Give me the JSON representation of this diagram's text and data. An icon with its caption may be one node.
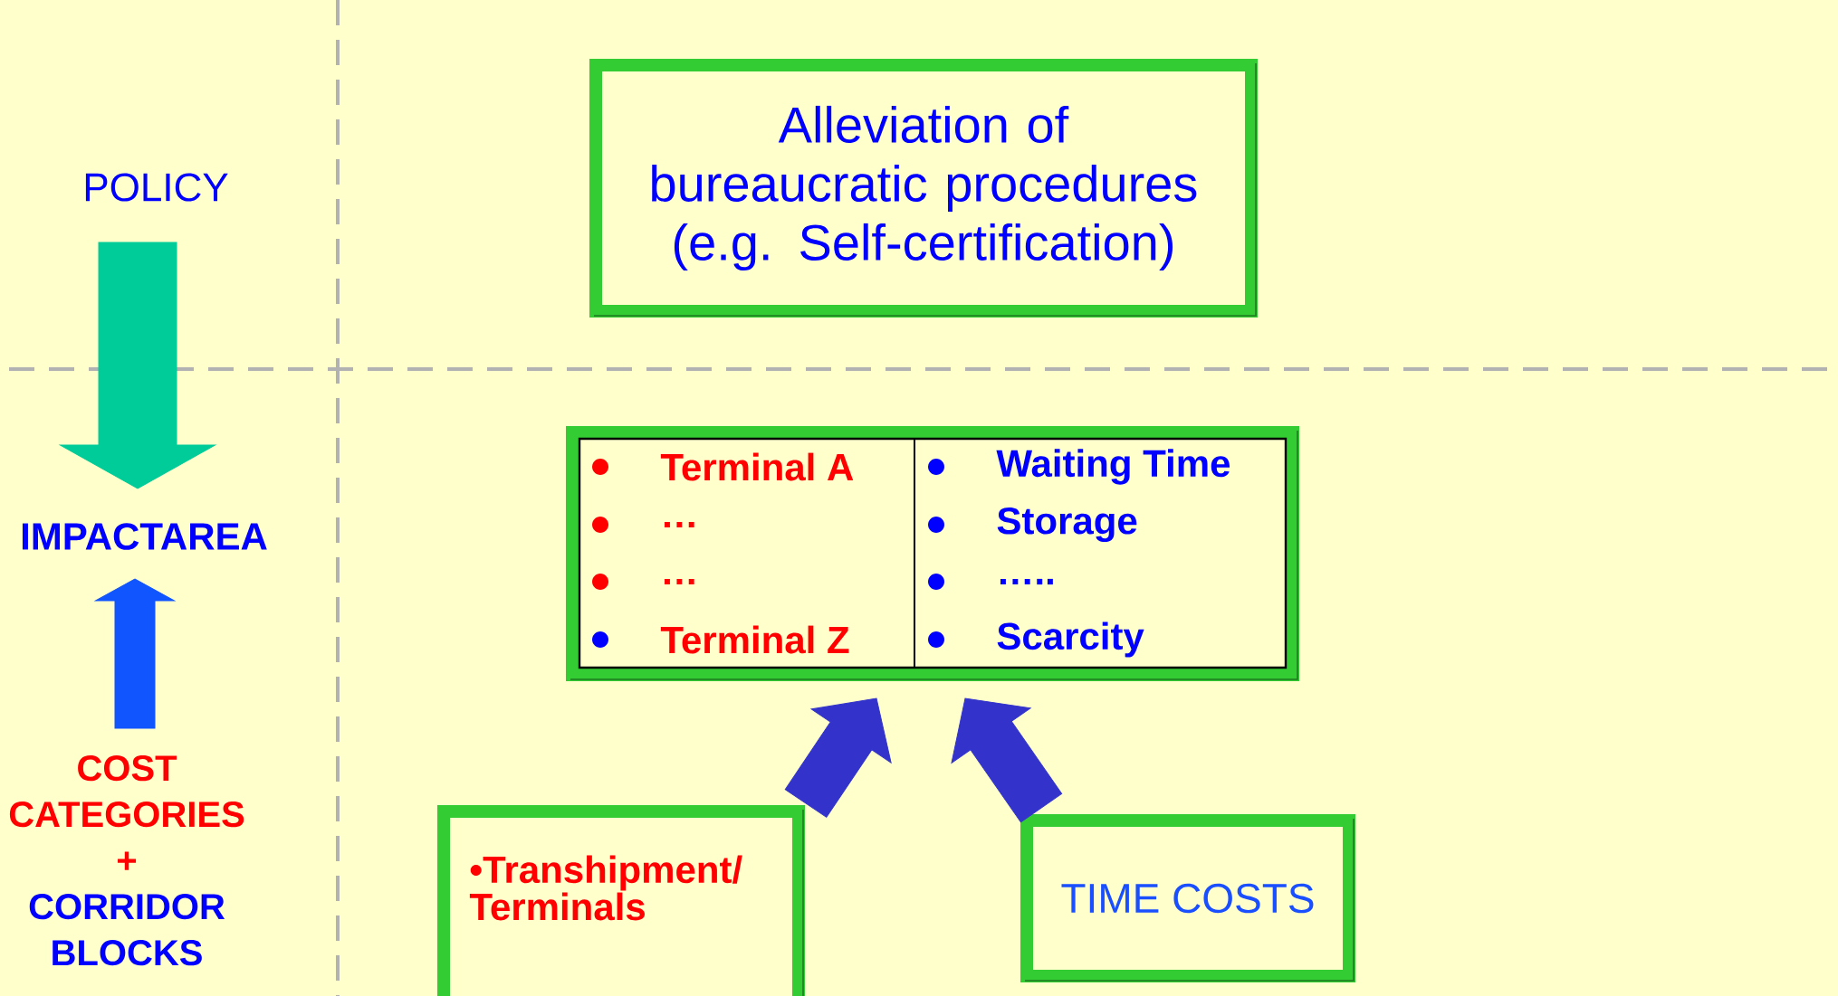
{
  "diagram": {
    "nodes": [
      {
        "text": [
          "POLICY"
        ]
      },
      {
        "text": [
          "IMPACTAREA"
        ]
      },
      {
        "text": [
          "COST CATEGORIES",
          "+",
          "CORRIDOR BLOCKS"
        ]
      },
      {
        "text": [
          "Alleviation of bureaucratic procedures (e.g. Self-certification)"
        ]
      },
      {
        "text": [
          "Terminal A",
          "Waiting Time",
          "…",
          "Storage",
          "…",
          "…..",
          "Terminal Z",
          "Scarcity"
        ]
      },
      {
        "text": [
          "•Transhipment/ Terminals"
        ]
      },
      {
        "text": [
          "TIME COSTS"
        ]
      }
    ],
    "edges": [
      {
        "from": 0,
        "to": 1,
        "arrow": "to",
        "style": "thick",
        "color": "#00cc99"
      },
      {
        "from": 2,
        "to": 1,
        "arrow": "to",
        "style": "thick",
        "color": "#1155ff"
      },
      {
        "from": 5,
        "to": 4,
        "arrow": "to",
        "style": "thick",
        "color": "#3333cc"
      },
      {
        "from": 6,
        "to": 4,
        "arrow": "to",
        "style": "thick",
        "color": "#3333cc"
      }
    ]
  }
}
